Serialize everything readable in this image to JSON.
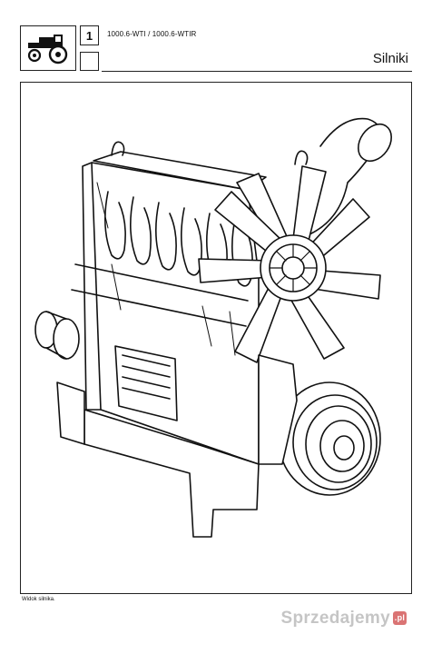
{
  "header": {
    "section_number": "1",
    "model": "1000.6-WTI / 1000.6-WTIR",
    "title": "Silniki"
  },
  "figure": {
    "caption": "Widok silnika."
  },
  "watermark": {
    "text": "Sprzedajemy",
    "badge": ".pl"
  }
}
